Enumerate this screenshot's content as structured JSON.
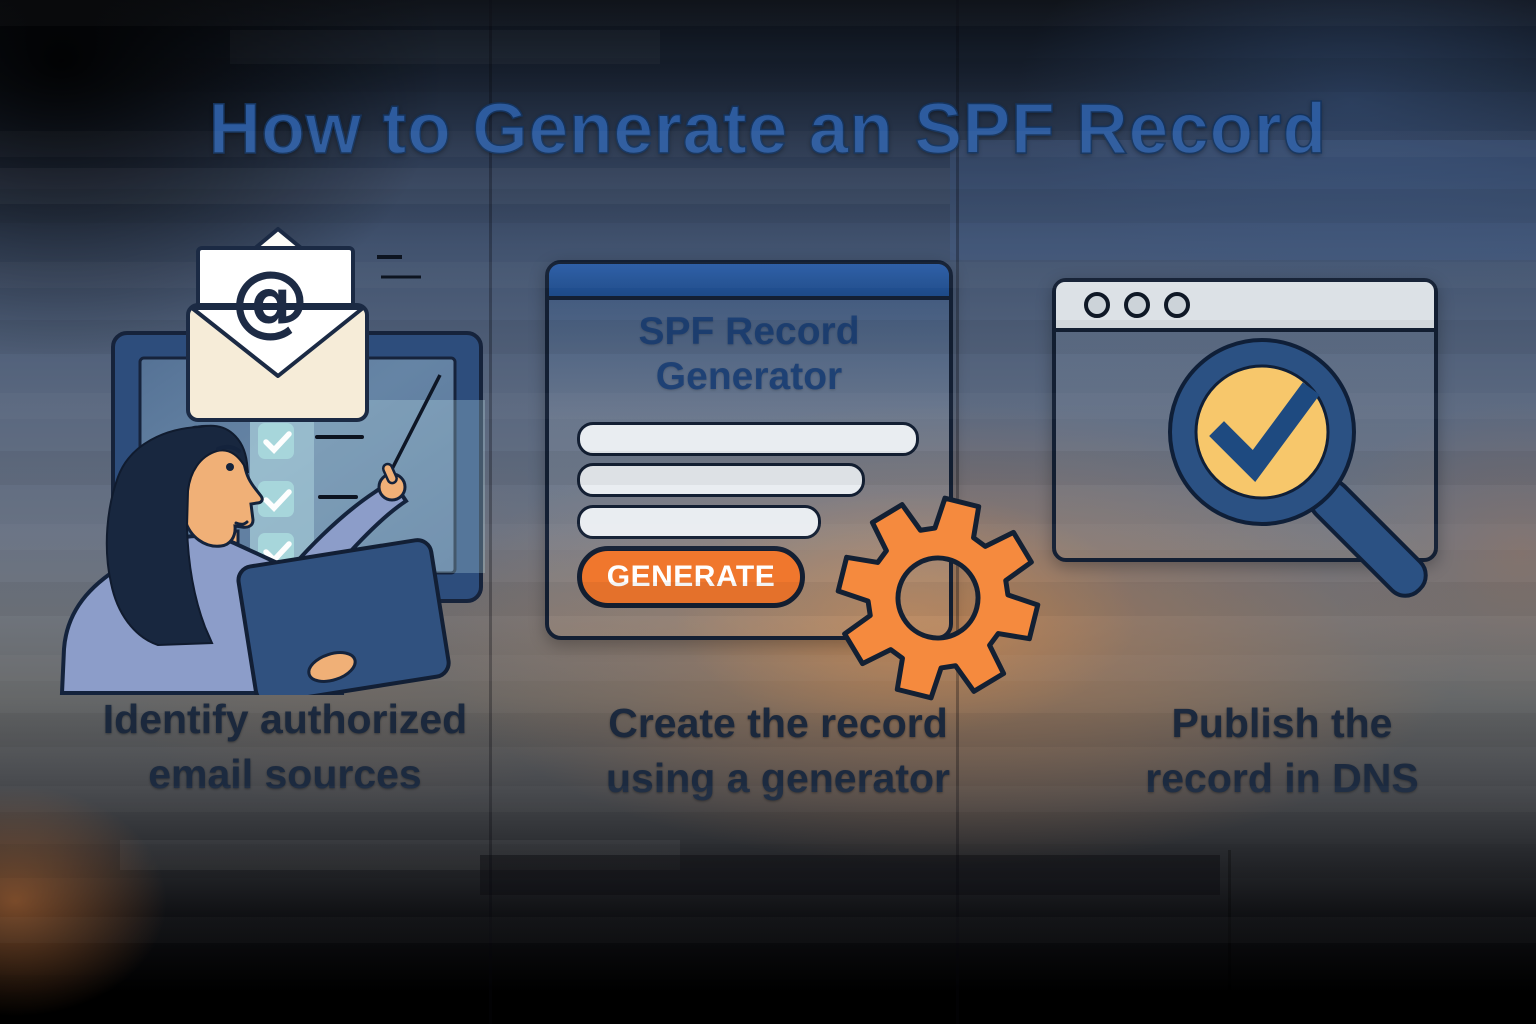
{
  "title": "How to Generate an SPF Record",
  "steps": [
    {
      "caption": "Identify authorized email sources",
      "at_symbol": "@",
      "icons": [
        "envelope-at-icon",
        "monitor-icon",
        "checklist-icon",
        "presenter-woman-illustration",
        "laptop-icon",
        "pointer-stick"
      ]
    },
    {
      "caption": "Create the record using a generator",
      "window_title": "SPF Record Generator",
      "generate_button": "GENERATE",
      "input_rows": 3,
      "icons": [
        "generator-window-icon",
        "gear-icon"
      ]
    },
    {
      "caption": "Publish the record in DNS",
      "icons": [
        "browser-window-icon",
        "window-dots-icon",
        "magnifier-check-icon"
      ]
    }
  ],
  "colors": {
    "title_blue": "#2d5b9e",
    "caption_navy": "#1c2a3f",
    "accent_orange": "#f0772d",
    "gear_orange": "#f58a3e",
    "window_titlebar_blue": "#235397",
    "monitor_blue": "#2d4d7c",
    "magnifier_navy": "#2b5183",
    "check_badge_yellow": "#f7c76b",
    "checklist_teal": "#a9d8dc",
    "envelope_cream": "#f6ecd8"
  }
}
